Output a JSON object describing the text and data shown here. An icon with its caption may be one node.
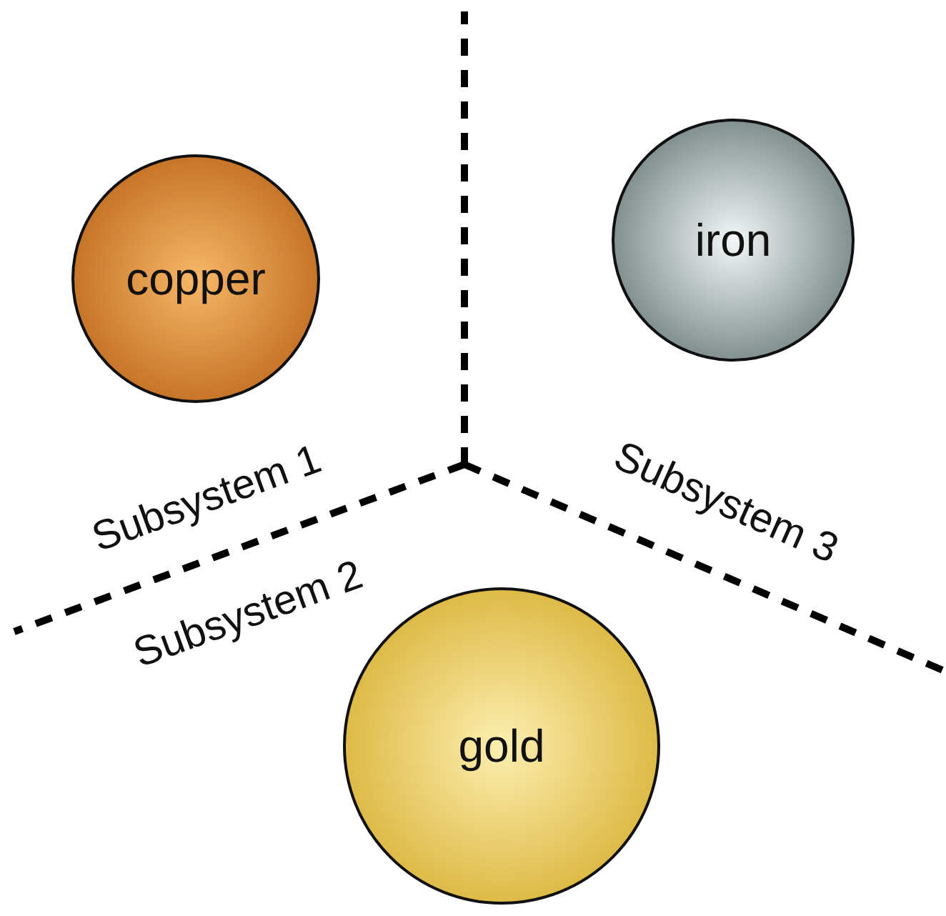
{
  "diagram": {
    "nodes": [
      {
        "text": [
          "copper"
        ]
      },
      {
        "text": [
          "iron"
        ]
      },
      {
        "text": [
          "gold"
        ]
      }
    ],
    "labels": [
      "Subsystem 1",
      "Subsystem 2",
      "Subsystem 3"
    ]
  }
}
